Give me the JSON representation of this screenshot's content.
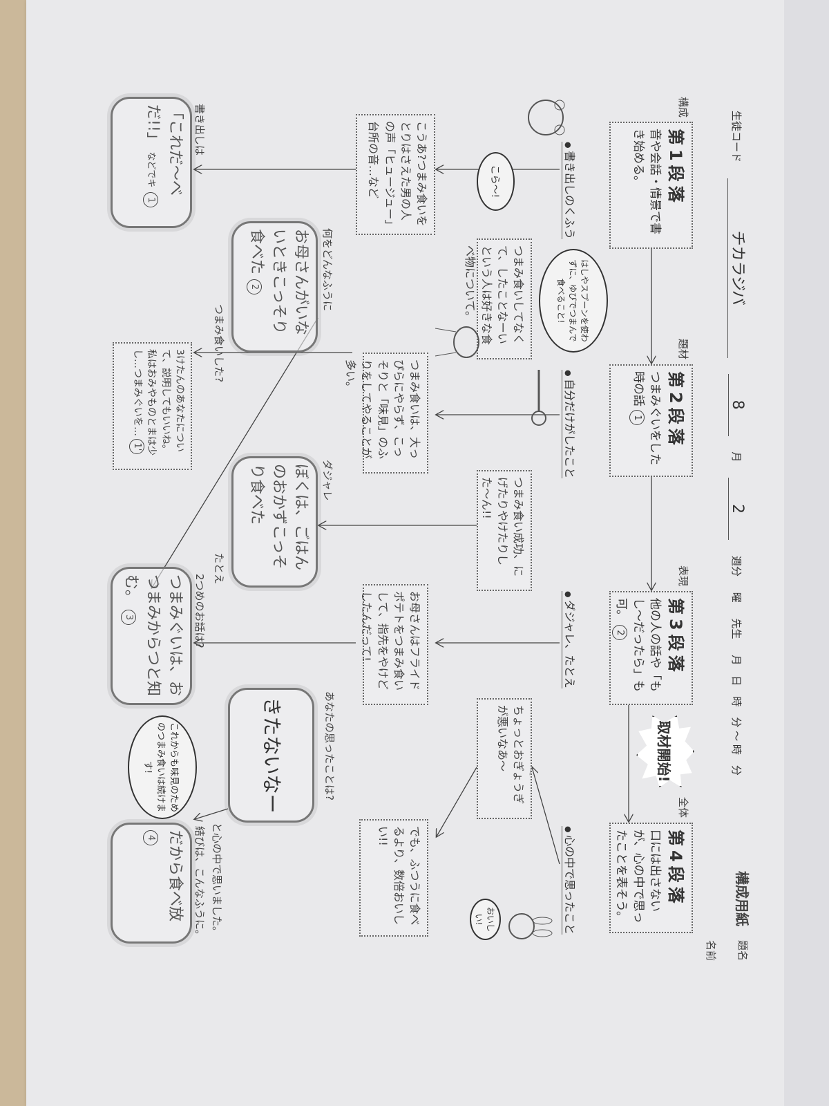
{
  "form": {
    "title": "構成用紙",
    "title_field": "題名",
    "name_field": "名前",
    "student_code_label": "生徒コード",
    "student_code": "チカラジバ",
    "month": "8",
    "month_label": "月",
    "week": "2",
    "week_label": "週分",
    "day_label": "曜",
    "teacher_label": "先生",
    "date_label": "月　日　時　分 ～ 時　分"
  },
  "paragraphs": [
    {
      "heading": "第1段落",
      "marker": "構成",
      "text": "音や会話・情景で書き始める。"
    },
    {
      "heading": "第2段落",
      "marker": "題材",
      "text": "つまみぐいをした時の話",
      "num": "1"
    },
    {
      "heading": "第3段落",
      "marker": "表現",
      "text": "他の人の話や「もし〜だったら」も可。",
      "num": "2"
    },
    {
      "heading": "第4段落",
      "marker": "全体",
      "text": "口には出さないが、心の中で思ったことを表そう。"
    }
  ],
  "badge": "取材開始!",
  "bullets": [
    "書き出しのくふう",
    "自分だけがしたこと",
    "ダジャレ、たとえ",
    "心の中で思ったこと"
  ],
  "row2": [
    "つまみ食いしてなくて、したことなーい という人は好きな食べ物について。",
    "つまみ食い成功、にげたりやけたりした〜ん!!",
    "ちょっとおぎょうぎが悪いなあ〜"
  ],
  "row3": [
    "こうあ?つまみ食いをとりはさえた男の人の声「ヒュージュー」台所の音…など",
    "つまみ食いは、大っぴらにやらず、こっそりと「味見」のふりをしてやることが多い。",
    "お母さんはフライドポテトをつまみ食いして、指先をやけどしたんだって!",
    "でも、ふつうに食べるより、数倍おいしい!!"
  ],
  "clouds": [
    {
      "above": "何をどんなふうに",
      "text": "お母さんがいないときこっそり食べた",
      "below": "つまみ食いした?",
      "num": "2"
    },
    {
      "above": "ダジャレ",
      "text": "ぼくは、ごはんのおかずこっそり食べた",
      "below": "たとえ"
    },
    {
      "above": "あなたの思ったことは?",
      "text": "きたないなー",
      "below": "と心の中で思いました。"
    }
  ],
  "row5": [
    {
      "above": "書き出しは",
      "text": "「これだ〜べだ!!」",
      "after": "などでキ",
      "num": "1"
    },
    {
      "text": "3けたんのあなたについて、説明してもいいね。私はおみやものとまは少し…つまみぐいを…",
      "num": "1'"
    },
    {
      "above": "2つめのお話は?",
      "text": "つまみぐいは、おつまみからつと知む。",
      "num": "3"
    },
    {
      "above": "結びは、こんなふうに。",
      "text": "だから食べ放",
      "num": "4"
    }
  ],
  "speech": {
    "hakashi": "はしやスプーンを使わずに、ゆびでつまんで食べること!",
    "kora": "こら〜!",
    "future": "これからも味見のためのつまみ食いは続けます!",
    "rabbit": "おいしい!"
  }
}
